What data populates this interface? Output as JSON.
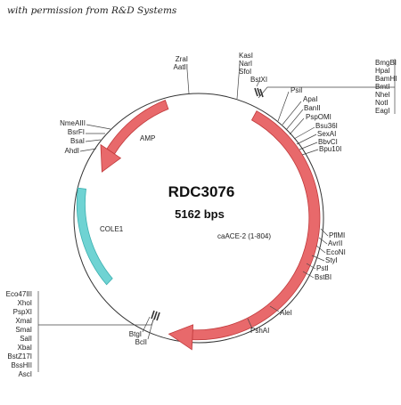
{
  "credit": "with permission from R&D Systems",
  "plasmid": {
    "name": "RDC3076",
    "size": "5162 bps"
  },
  "features": {
    "amp": "AMP",
    "cole1": "COLE1",
    "insert": "caACE-2  (1-804)"
  },
  "colors": {
    "arrow_fill": "#e8696b",
    "arrow_stroke": "#c0393b",
    "ori_fill": "#6fd3d3",
    "ori_stroke": "#3cb0b0",
    "backbone": "#333333",
    "leader": "#444444"
  },
  "sites": {
    "zral": "ZraI",
    "aatll": "AatII",
    "kasl": "KasI",
    "narl": "NarI",
    "sfol": "SfoI",
    "bstxl": "BstXI",
    "psil": "PsiI",
    "apal": "ApaI",
    "banll": "BanII",
    "pspoml": "PspOMI",
    "bsu36l": "Bsu36I",
    "sexal": "SexAI",
    "bbvcl": "BbvCI",
    "bpu10l": "Bpu10I",
    "nmealll": "NmeAIII",
    "bsrfl": "BsrFI",
    "bsal": "BsaI",
    "ahdl": "AhdI",
    "pflml": "PflMI",
    "avrll": "AvrII",
    "econl": "EcoNI",
    "styl": "StyI",
    "pstl": "PstI",
    "bstbl": "BstBI",
    "alel": "AleI",
    "pshal": "PshAI",
    "btgl": "BtgI",
    "bcll": "BclI",
    "mcs_top": [
      "BmgBI",
      "HpaI",
      "BamHI",
      "BmtI",
      "NheI",
      "NotI",
      "EagI"
    ],
    "mcs_bottom": [
      "Eco47III",
      "XhoI",
      "PspXI",
      "XmaI",
      "SmaI",
      "SalI",
      "XbaI",
      "BstZ17I",
      "BssHII",
      "AscI"
    ]
  }
}
